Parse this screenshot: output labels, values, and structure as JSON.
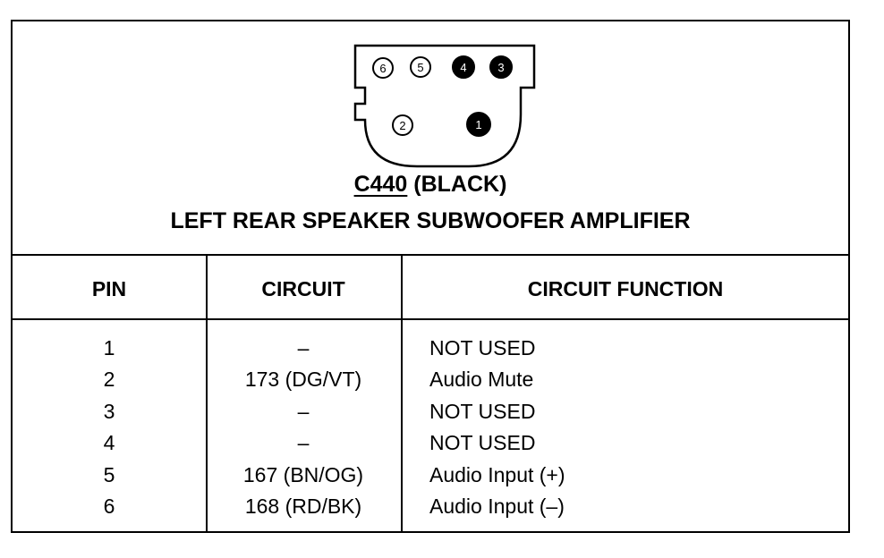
{
  "connector": {
    "code": "C440",
    "color_suffix": "(BLACK)",
    "description": "LEFT REAR SPEAKER SUBWOOFER AMPLIFIER",
    "pin_labels": [
      "6",
      "5",
      "4",
      "3",
      "2",
      "1"
    ],
    "pin_states": {
      "6": "open",
      "5": "open",
      "4": "filled",
      "3": "filled",
      "2": "open",
      "1": "filled"
    }
  },
  "table": {
    "headers": {
      "pin": "PIN",
      "circuit": "CIRCUIT",
      "function": "CIRCUIT FUNCTION"
    },
    "rows": [
      {
        "pin": "1",
        "circuit": "–",
        "function": "NOT USED"
      },
      {
        "pin": "2",
        "circuit": "173 (DG/VT)",
        "function": "Audio Mute"
      },
      {
        "pin": "3",
        "circuit": "–",
        "function": "NOT USED"
      },
      {
        "pin": "4",
        "circuit": "–",
        "function": "NOT USED"
      },
      {
        "pin": "5",
        "circuit": "167 (BN/OG)",
        "function": "Audio Input (+)"
      },
      {
        "pin": "6",
        "circuit": "168 (RD/BK)",
        "function": "Audio Input (–)"
      }
    ]
  }
}
